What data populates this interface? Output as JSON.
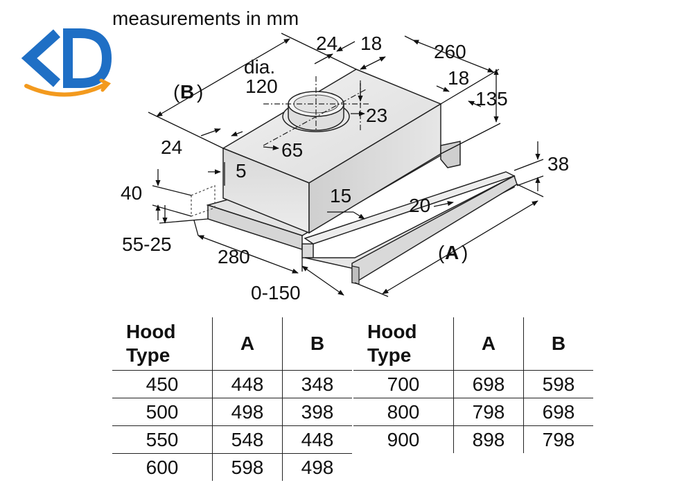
{
  "title": "measurements in mm",
  "logo": {
    "name": "kd-logo",
    "letters": "KD",
    "blue": "#1f6fc5",
    "orange": "#f39a1e"
  },
  "dimensions": {
    "d24_top": "24",
    "d18_top": "18",
    "d260": "260",
    "d18_right": "18",
    "d135": "135",
    "dia": "dia.",
    "d120": "120",
    "d23": "23",
    "d65": "65",
    "d24_left": "24",
    "d5": "5",
    "d40": "40",
    "d55_25": "55-25",
    "d15": "15",
    "d20": "20",
    "d38": "38",
    "d280": "280",
    "d0_150": "0-150",
    "labelA": "A",
    "labelB": "B"
  },
  "tables": {
    "left": {
      "header": {
        "type_line1": "Hood",
        "type_line2": "Type",
        "a": "A",
        "b": "B"
      },
      "rows": [
        {
          "type": "450",
          "a": "448",
          "b": "348"
        },
        {
          "type": "500",
          "a": "498",
          "b": "398"
        },
        {
          "type": "550",
          "a": "548",
          "b": "448"
        },
        {
          "type": "600",
          "a": "598",
          "b": "498"
        }
      ]
    },
    "right": {
      "header": {
        "type_line1": "Hood",
        "type_line2": "Type",
        "a": "A",
        "b": "B"
      },
      "rows": [
        {
          "type": "700",
          "a": "698",
          "b": "598"
        },
        {
          "type": "800",
          "a": "798",
          "b": "698"
        },
        {
          "type": "900",
          "a": "898",
          "b": "798"
        }
      ]
    }
  }
}
